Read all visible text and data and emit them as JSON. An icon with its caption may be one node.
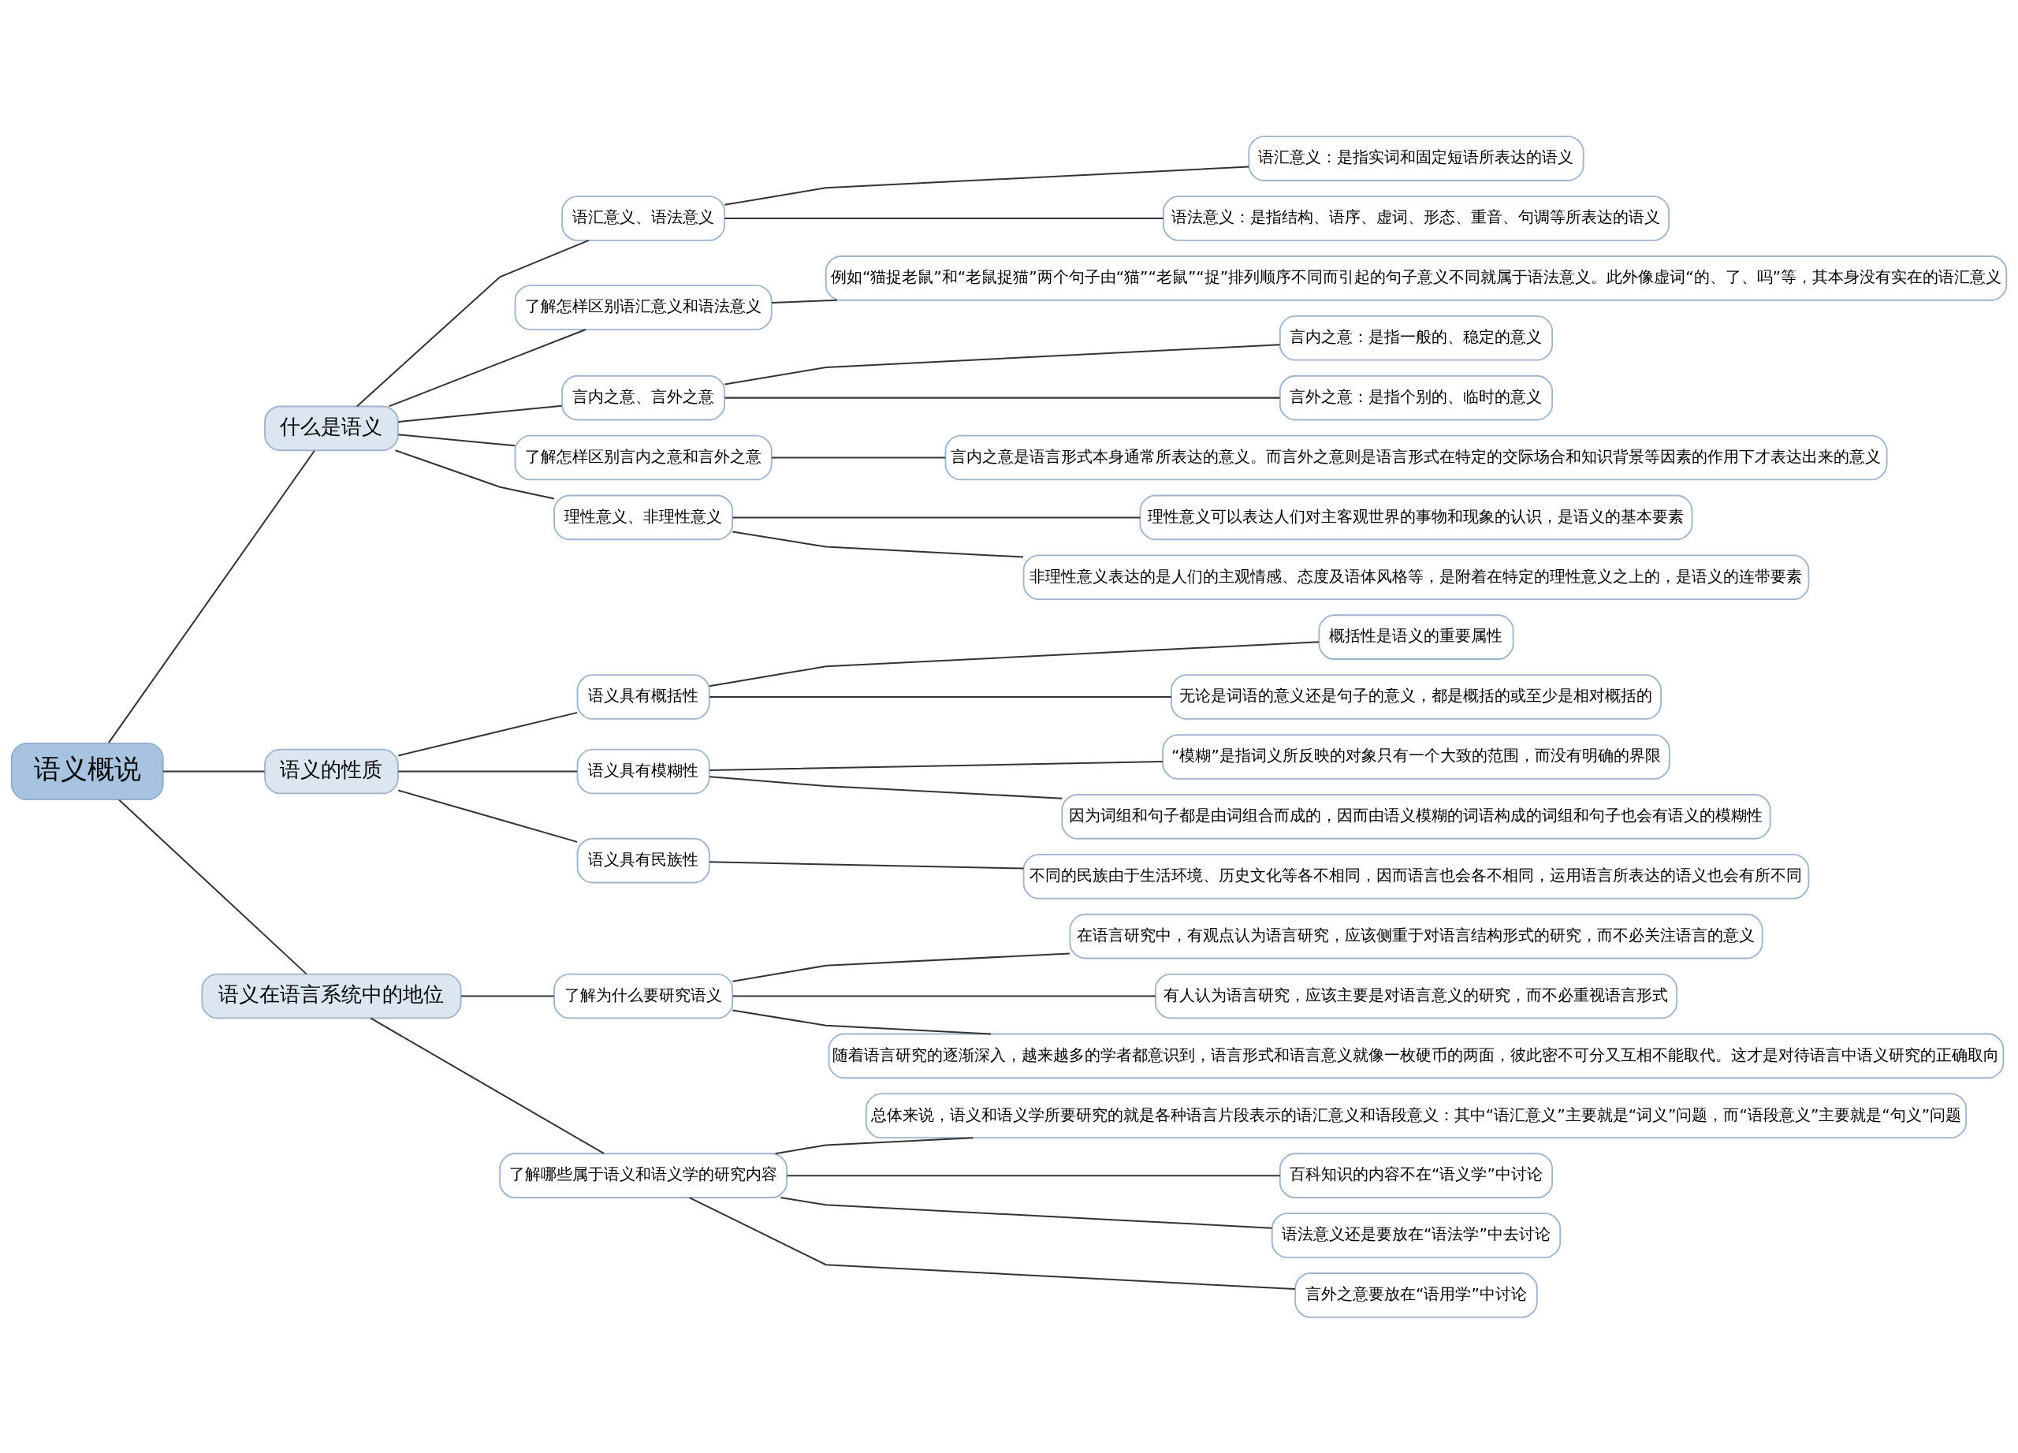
{
  "diagram": {
    "nodes": [
      {
        "text": [
          "语义概说"
        ]
      },
      {
        "text": [
          "什么是语义"
        ]
      },
      {
        "text": [
          "语汇意义、语法意义"
        ]
      },
      {
        "text": [
          "语汇意义：是指实词和固定短语所表达的语义"
        ]
      },
      {
        "text": [
          "语法意义：是指结构、语序、虚词、形态、重音、句调等所表达的语义"
        ]
      },
      {
        "text": [
          "了解怎样区别语汇意义和语法意义"
        ]
      },
      {
        "text": [
          "例如“猫捉老鼠”和“老鼠捉猫”两个句子由“猫”“老鼠”“捉”排列顺序不同而引起的句子意义不同就属于语法意义。此外像虚词“的、了、吗”等，其本身没有实在的语汇意义"
        ]
      },
      {
        "text": [
          "言内之意、言外之意"
        ]
      },
      {
        "text": [
          "言内之意：是指一般的、稳定的意义"
        ]
      },
      {
        "text": [
          "言外之意：是指个别的、临时的意义"
        ]
      },
      {
        "text": [
          "了解怎样区别言内之意和言外之意"
        ]
      },
      {
        "text": [
          "言内之意是语言形式本身通常所表达的意义。而言外之意则是语言形式在特定的交际场合和知识背景等因素的作用下才表达出来的意义"
        ]
      },
      {
        "text": [
          "理性意义、非理性意义"
        ]
      },
      {
        "text": [
          "理性意义可以表达人们对主客观世界的事物和现象的认识，是语义的基本要素"
        ]
      },
      {
        "text": [
          "非理性意义表达的是人们的主观情感、态度及语体风格等，是附着在特定的理性意义之上的，是语义的连带要素"
        ]
      },
      {
        "text": [
          "语义的性质"
        ]
      },
      {
        "text": [
          "语义具有概括性"
        ]
      },
      {
        "text": [
          "概括性是语义的重要属性"
        ]
      },
      {
        "text": [
          "无论是词语的意义还是句子的意义，都是概括的或至少是相对概括的"
        ]
      },
      {
        "text": [
          "语义具有模糊性"
        ]
      },
      {
        "text": [
          "“模糊”是指词义所反映的对象只有一个大致的范围，而没有明确的界限"
        ]
      },
      {
        "text": [
          "因为词组和句子都是由词组合而成的，因而由语义模糊的词语构成的词组和句子也会有语义的模糊性"
        ]
      },
      {
        "text": [
          "语义具有民族性"
        ]
      },
      {
        "text": [
          "不同的民族由于生活环境、历史文化等各不相同，因而语言也会各不相同，运用语言所表达的语义也会有所不同"
        ]
      },
      {
        "text": [
          "语义在语言系统中的地位"
        ]
      },
      {
        "text": [
          "了解为什么要研究语义"
        ]
      },
      {
        "text": [
          "在语言研究中，有观点认为语言研究，应该侧重于对语言结构形式的研究，而不必关注语言的意义"
        ]
      },
      {
        "text": [
          "有人认为语言研究，应该主要是对语言意义的研究，而不必重视语言形式"
        ]
      },
      {
        "text": [
          "随着语言研究的逐渐深入，越来越多的学者都意识到，语言形式和语言意义就像一枚硬币的两面，彼此密不可分又互相不能取代。这才是对待语言中语义研究的正确取向"
        ]
      },
      {
        "text": [
          "了解哪些属于语义和语义学的研究内容"
        ]
      },
      {
        "text": [
          "总体来说，语义和语义学所要研究的就是各种语言片段表示的语汇意义和语段意义：其中“语汇意义”主要就是“词义”问题，而“语段意义”主要就是“句义”问题"
        ]
      },
      {
        "text": [
          "百科知识的内容不在“语义学”中讨论"
        ]
      },
      {
        "text": [
          "语法意义还是要放在“语法学”中去讨论"
        ]
      },
      {
        "text": [
          "言外之意要放在“语用学”中讨论"
        ]
      }
    ],
    "edges": [
      {
        "from": 0,
        "to": 1,
        "arrow": "none"
      },
      {
        "from": 1,
        "to": 2,
        "arrow": "none"
      },
      {
        "from": 2,
        "to": 3,
        "arrow": "none"
      },
      {
        "from": 2,
        "to": 4,
        "arrow": "none"
      },
      {
        "from": 1,
        "to": 5,
        "arrow": "none"
      },
      {
        "from": 5,
        "to": 6,
        "arrow": "none"
      },
      {
        "from": 1,
        "to": 7,
        "arrow": "none"
      },
      {
        "from": 7,
        "to": 8,
        "arrow": "none"
      },
      {
        "from": 7,
        "to": 9,
        "arrow": "none"
      },
      {
        "from": 1,
        "to": 10,
        "arrow": "none"
      },
      {
        "from": 10,
        "to": 11,
        "arrow": "none"
      },
      {
        "from": 1,
        "to": 12,
        "arrow": "none"
      },
      {
        "from": 12,
        "to": 13,
        "arrow": "none"
      },
      {
        "from": 12,
        "to": 14,
        "arrow": "none"
      },
      {
        "from": 0,
        "to": 15,
        "arrow": "none"
      },
      {
        "from": 15,
        "to": 16,
        "arrow": "none"
      },
      {
        "from": 16,
        "to": 17,
        "arrow": "none"
      },
      {
        "from": 16,
        "to": 18,
        "arrow": "none"
      },
      {
        "from": 15,
        "to": 19,
        "arrow": "none"
      },
      {
        "from": 19,
        "to": 20,
        "arrow": "none"
      },
      {
        "from": 19,
        "to": 21,
        "arrow": "none"
      },
      {
        "from": 15,
        "to": 22,
        "arrow": "none"
      },
      {
        "from": 22,
        "to": 23,
        "arrow": "none"
      },
      {
        "from": 0,
        "to": 24,
        "arrow": "none"
      },
      {
        "from": 24,
        "to": 25,
        "arrow": "none"
      },
      {
        "from": 25,
        "to": 26,
        "arrow": "none"
      },
      {
        "from": 25,
        "to": 27,
        "arrow": "none"
      },
      {
        "from": 25,
        "to": 28,
        "arrow": "none"
      },
      {
        "from": 24,
        "to": 29,
        "arrow": "none"
      },
      {
        "from": 29,
        "to": 30,
        "arrow": "none"
      },
      {
        "from": 29,
        "to": 31,
        "arrow": "none"
      },
      {
        "from": 29,
        "to": 32,
        "arrow": "none"
      },
      {
        "from": 29,
        "to": 33,
        "arrow": "none"
      }
    ]
  }
}
